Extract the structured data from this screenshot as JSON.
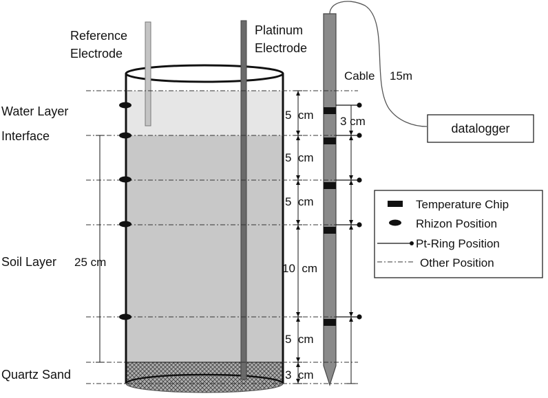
{
  "labels": {
    "reference_electrode_line1": "Reference",
    "reference_electrode_line2": "Electrode",
    "platinum_electrode_line1": "Platinum",
    "platinum_electrode_line2": "Electrode",
    "cable": "Cable",
    "cable_length": "15m",
    "datalogger": "datalogger",
    "water_layer": "Water Layer",
    "interface": "Interface",
    "soil_layer": "Soil Layer",
    "quartz_sand": "Quartz Sand"
  },
  "dimensions": {
    "soil_total": "25 cm",
    "seg_water": "5  cm",
    "seg_soil_1": "5  cm",
    "seg_soil_2": "5  cm",
    "seg_soil_3": "10  cm",
    "seg_soil_4": "5  cm",
    "seg_sand": "3  cm",
    "chip_offset": "3 cm"
  },
  "legend": {
    "temperature_chip": "Temperature Chip",
    "rhizon_position": "Rhizon Position",
    "pt_ring_position": "Pt-Ring Position",
    "other_position": "Other Position"
  },
  "colors": {
    "water": "#e6e6e6",
    "soil": "#c8c8c8",
    "sand": "#9a9a9a",
    "probe": "#8a8a8a",
    "rod": "#6a6a6a"
  }
}
